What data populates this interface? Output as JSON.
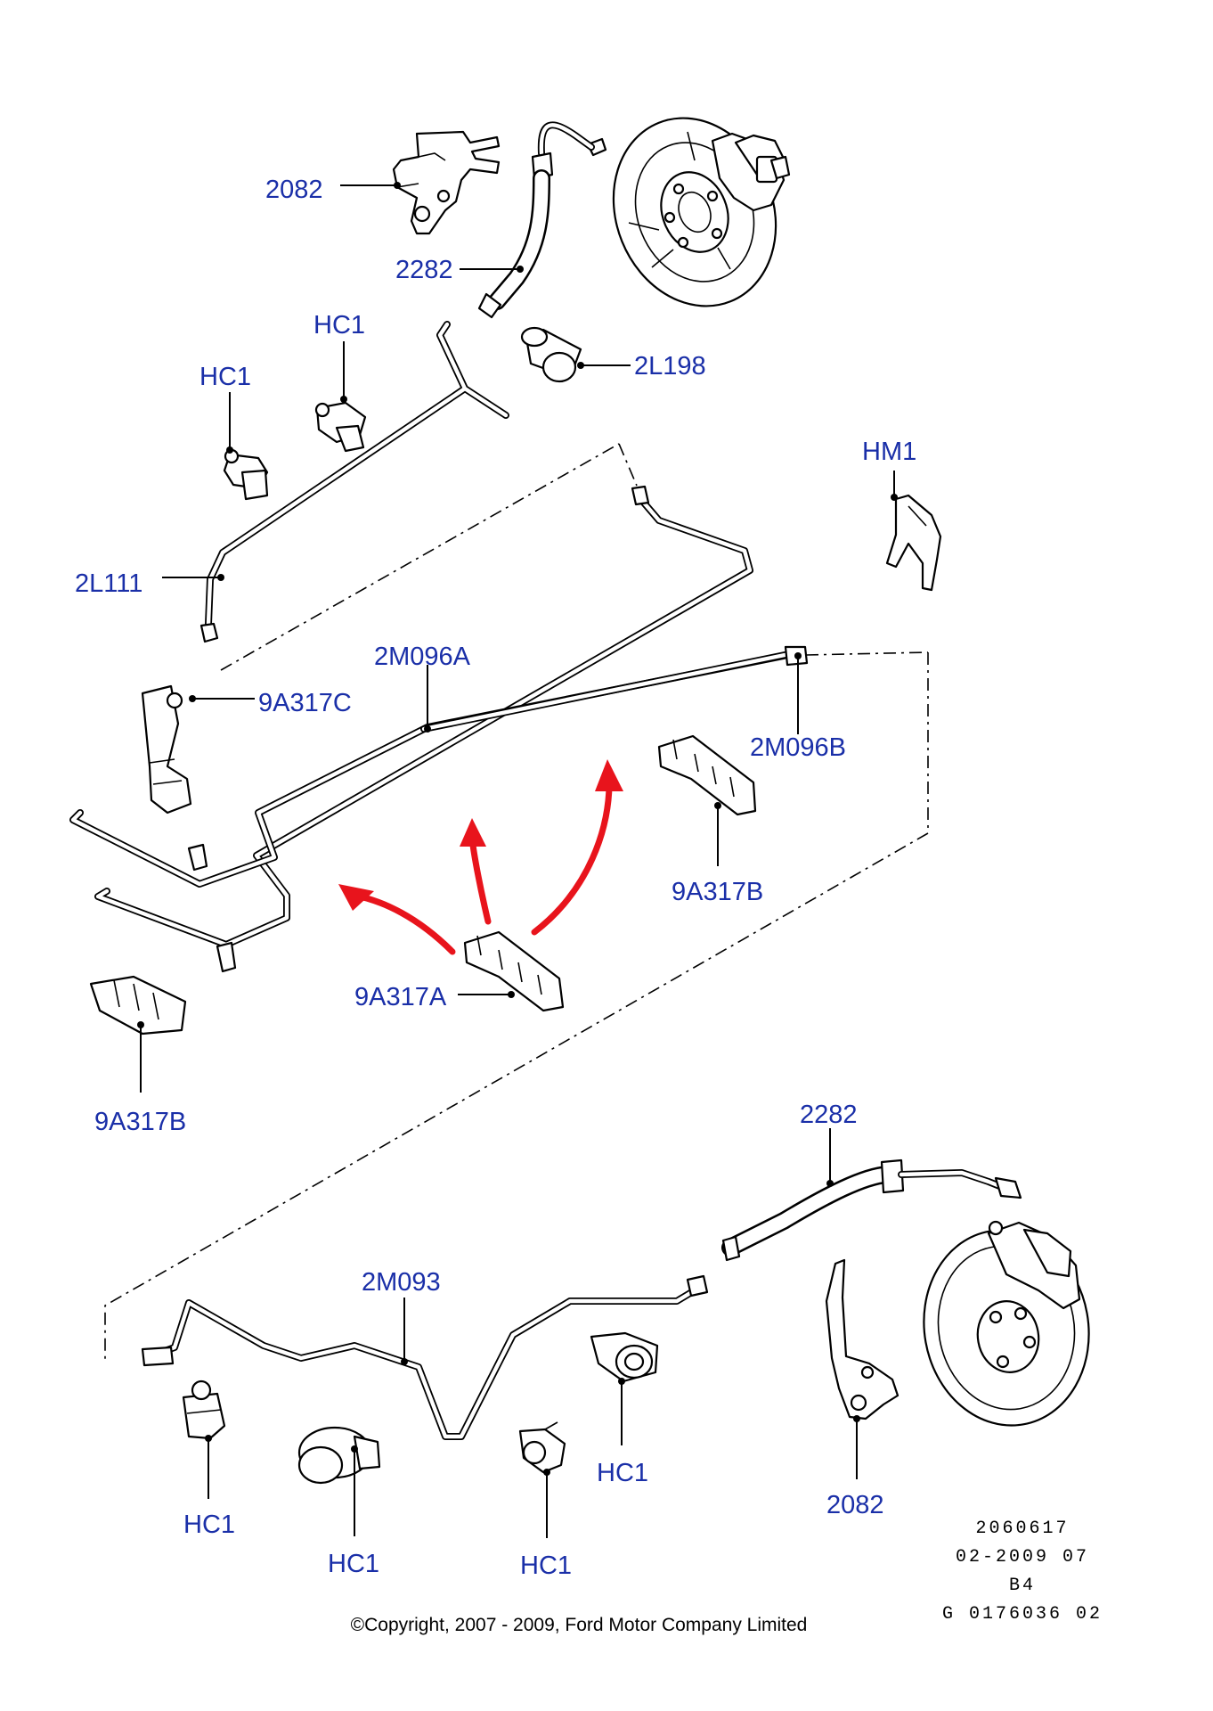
{
  "labels": {
    "l2082_top": "2082",
    "l2282_top": "2282",
    "l2l198": "2L198",
    "lhc1_a": "HC1",
    "lhc1_b": "HC1",
    "lhm1": "HM1",
    "l2l111": "2L111",
    "l2m096a": "2M096A",
    "l9a317c": "9A317C",
    "l2m096b": "2M096B",
    "l9a317b_right": "9A317B",
    "l9a317a": "9A317A",
    "l9a317b_left": "9A317B",
    "l2282_bottom": "2282",
    "l2m093": "2M093",
    "lhc1_c": "HC1",
    "lhc1_d": "HC1",
    "lhc1_e": "HC1",
    "lhc1_f": "HC1",
    "l2082_bottom": "2082"
  },
  "reference": {
    "line1": "2060617",
    "line2": "02-2009 07",
    "line3": "B4",
    "line4": "G 0176036 02"
  },
  "copyright": "©Copyright, 2007 - 2009, Ford Motor Company Limited",
  "colors": {
    "label": "#1a2fa8",
    "arrow": "#e8141c",
    "line": "#000000"
  }
}
